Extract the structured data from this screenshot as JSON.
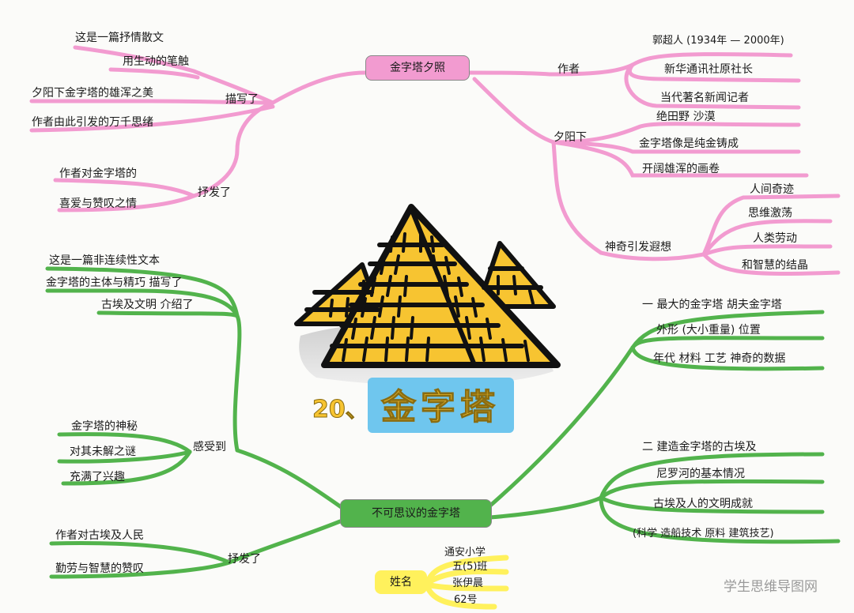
{
  "topic": {
    "number": "20、",
    "title": "金字塔"
  },
  "colors": {
    "pink": "#f29bd0",
    "green": "#52b34c",
    "yellow": "#fff15c",
    "pyramid": "#f7c431",
    "blue": "#6fc6ee"
  },
  "top": {
    "main": "金字塔夕照",
    "left": {
      "miaoxie": {
        "label": "描写了",
        "items": [
          "这是一篇抒情散文",
          "用生动的笔触",
          "夕阳下金字塔的雄浑之美",
          "作者由此引发的万千思绪"
        ]
      },
      "shufa": {
        "label": "抒发了",
        "items": [
          "作者对金字塔的",
          "喜爱与赞叹之情"
        ]
      }
    },
    "right": {
      "zuozhe": {
        "label": "作者",
        "items": [
          "郭超人 (1934年 — 2000年)",
          "新华通讯社原社长",
          "当代著名新闻记者"
        ]
      },
      "xiyang": {
        "label": "夕阳下",
        "items": [
          "绝田野  沙漠",
          "金字塔像是纯金铸成",
          "开阔雄浑的画卷"
        ]
      },
      "shenqi": {
        "label": "神奇引发遐想",
        "items": [
          "人间奇迹",
          "思维激荡",
          "人类劳动",
          "和智慧的结晶"
        ]
      }
    }
  },
  "bottom": {
    "main": "不可思议的金字塔",
    "left": {
      "ganshou": {
        "label": "感受到",
        "intro": [
          "这是一篇非连续性文本",
          "金字塔的主体与精巧  描写了",
          "古埃及文明  介绍了"
        ],
        "items": [
          "金字塔的神秘",
          "对其未解之谜",
          "充满了兴趣"
        ]
      },
      "shufa": {
        "label": "抒发了",
        "items": [
          "作者对古埃及人民",
          "勤劳与智慧的赞叹"
        ]
      }
    },
    "right": {
      "one": {
        "label": "一 最大的金字塔  胡夫金字塔",
        "items": [
          "外形 (大小重量) 位置",
          "年代 材料 工艺 神奇的数据"
        ]
      },
      "two": {
        "label": "二 建造金字塔的古埃及",
        "items": [
          "尼罗河的基本情况",
          "古埃及人的文明成就",
          "(科学 造船技术 原料 建筑技艺)"
        ]
      }
    }
  },
  "name": {
    "label": "姓名",
    "items": [
      "通安小学",
      "五(5)班",
      "张伊晨",
      "62号"
    ]
  },
  "watermark": "学生思维导图网"
}
